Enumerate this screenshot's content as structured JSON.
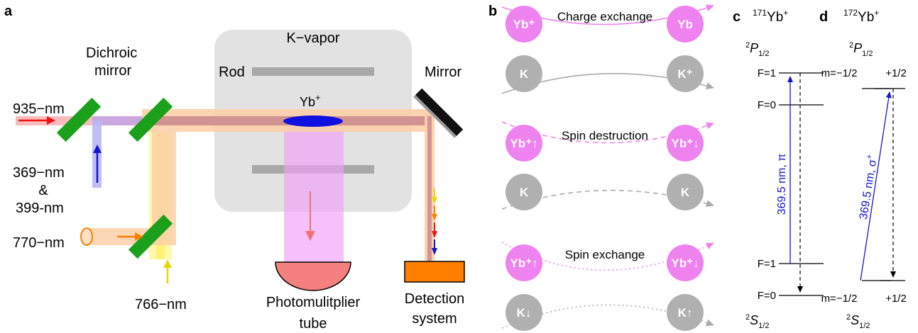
{
  "panels": {
    "a": {
      "label": "a",
      "k_vapor": "K−vapor",
      "rod": "Rod",
      "mirror": "Mirror",
      "dichroic_line1": "Dichroic",
      "dichroic_line2": "mirror",
      "ion": "Yb",
      "ion_charge": "+",
      "beam_935": "935−nm",
      "beam_369": "369−nm",
      "amp": "&",
      "beam_399": "399-nm",
      "beam_770": "770−nm",
      "beam_766": "766−nm",
      "pmt_line1": "Photomulitplier",
      "pmt_line2": "tube",
      "det_line1": "Detection",
      "det_line2": "system"
    },
    "b": {
      "label": "b",
      "processes": [
        {
          "title": "Charge exchange",
          "in_top": "Yb⁺",
          "out_top": "Yb",
          "in_bottom": "K",
          "out_bottom": "K⁺"
        },
        {
          "title": "Spin destruction",
          "in_top": "Yb⁺↑",
          "out_top": "Yb⁺↓",
          "in_bottom": "K",
          "out_bottom": "K"
        },
        {
          "title": "Spin exchange",
          "in_top": "Yb⁺↑",
          "out_top": "Yb⁺↓",
          "in_bottom": "K↓",
          "out_bottom": "K↑"
        }
      ]
    },
    "c": {
      "label": "c",
      "mass": "171",
      "species": "Yb",
      "charge": "+",
      "upper_state": "P",
      "upper_state_sup": "2",
      "upper_state_sub": "1/2",
      "lower_state": "S",
      "lower_state_sup": "2",
      "lower_state_sub": "1/2",
      "levels": [
        "F=1",
        "F=0",
        "F=1",
        "F=0"
      ],
      "transition": "369.5 nm, π"
    },
    "d": {
      "label": "d",
      "mass": "172",
      "species": "Yb",
      "charge": "+",
      "upper_state": "P",
      "upper_state_sup": "2",
      "upper_state_sub": "1/2",
      "lower_state": "S",
      "lower_state_sup": "2",
      "lower_state_sub": "1/2",
      "sublevels_upper": [
        "m=−1/2",
        "+1/2"
      ],
      "sublevels_lower": [
        "m=−1/2",
        "+1/2"
      ],
      "transition": "369.5 nm, σ",
      "transition_sup": "+"
    }
  },
  "colors": {
    "magenta": "#ee82ee",
    "gray_ball": "#b0b0b0",
    "green": "#1aa01a",
    "blue": "#1414d0",
    "red": "#ee1111",
    "orange": "#ff8000",
    "yellow": "#ffee00",
    "pmt": "#f58080",
    "detector": "#ff8000"
  }
}
